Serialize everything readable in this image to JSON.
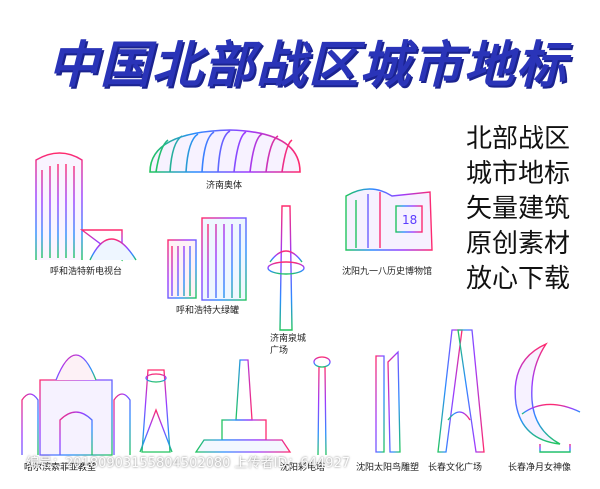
{
  "title": "中国北部战区城市地标",
  "slogan": [
    "北部战区",
    "城市地标",
    "矢量建筑",
    "原创素材",
    "放心下载"
  ],
  "landmarks": [
    {
      "label": "济南奥体"
    },
    {
      "label": "呼和浩特新电视台"
    },
    {
      "label": "呼和浩特大绿罐"
    },
    {
      "label": "沈阳九一八历史博物馆"
    },
    {
      "label": "济南泉城广场"
    },
    {
      "label": "哈尔滨索菲亚教堂"
    },
    {
      "label": "沈阳彩电塔"
    },
    {
      "label": "沈阳太阳鸟雕塑"
    },
    {
      "label": "长春文化广场"
    },
    {
      "label": "长春净月女神像"
    }
  ],
  "watermark": "编号：20180903155804502080 上传者ID：644927",
  "colors": {
    "title": "#2a34b8",
    "g1": "#ff2a6d",
    "g2": "#9b3cff",
    "g3": "#2b8cff",
    "g4": "#22c55e"
  }
}
